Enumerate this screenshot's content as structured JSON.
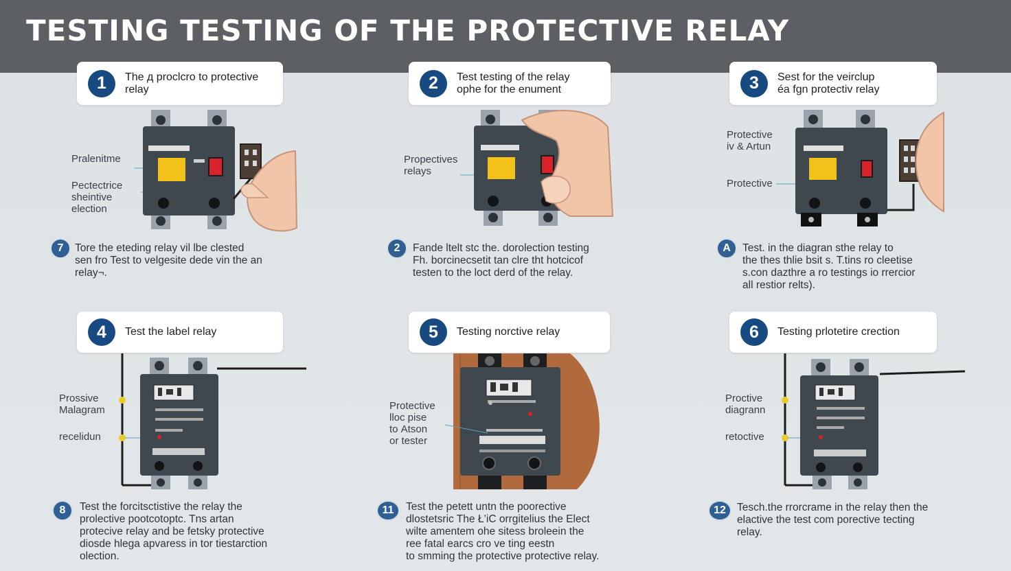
{
  "title": "TESTING TESTING OF THE PROTECTIVE RELAY",
  "colors": {
    "header": "#5c6065",
    "badge": "#184a82",
    "relay_body": "#3f474f",
    "warning_label": "#f2c21b",
    "indicator": "#d8232a"
  },
  "steps": [
    {
      "number": "1",
      "title": [
        "The д proclсro to protective",
        "relay"
      ],
      "callouts": [
        [
          "Pralenitme"
        ],
        [
          "Pectectrice",
          "sheintive",
          "election"
        ]
      ],
      "note_badge": "7",
      "description": [
        "Tore the eteding relay vil lbe clested",
        "sen fro Test to velgesite dede vin the an",
        "relay¬."
      ]
    },
    {
      "number": "2",
      "title": [
        "Test testing of the relay",
        "ophe for the enument"
      ],
      "callouts": [
        [
          "Proрectives",
          "relays"
        ]
      ],
      "note_badge": "2",
      "description": [
        "Fande ltelt stc the. dorolection testing",
        "Fh. borcinecsetit tan clre tht hotcicof",
        "testen to the loct derd of the relay."
      ]
    },
    {
      "number": "3",
      "title": [
        "Sest for the veirclup",
        "éa fgn protectiv relay"
      ],
      "callouts": [
        [
          "Protective",
          "іv & Artun"
        ],
        [
          "Protective"
        ]
      ],
      "note_badge": "A",
      "description": [
        "Test. in the diagran sthe relay to",
        "the thes thlie bsit s. T.tins ro cleetise",
        "s.con dazthre a ro testings io rrercior",
        "all restior relts)."
      ]
    },
    {
      "number": "4",
      "title": [
        "Test the label relay"
      ],
      "callouts": [
        [
          "Prossive",
          "Malagram"
        ],
        [
          "recelidun"
        ]
      ],
      "note_badge": "8",
      "description": [
        "Test the forcitsctistive the relay the",
        "prolective pootcotoptc. Tns artan",
        "protecive relay and be fetsky protective",
        "diosde hlega apvaress in tor tiestarction",
        "olection."
      ]
    },
    {
      "number": "5",
      "title": [
        "Testing norctive relay"
      ],
      "callouts": [
        [
          "Protective",
          "lloc pise",
          "to Аtson",
          "or tester"
        ]
      ],
      "note_badge": "11",
      "description": [
        "Test the petett untn the poorective",
        "dlostetsric The Ł’iC orrgitelius the Elect",
        "wilte amentem ohe sitess broleein the",
        "ree fatal earcs cro ve ting eestn",
        "to smming the protective protective relay."
      ]
    },
    {
      "number": "6",
      "title": [
        "Testing prlotetire crection"
      ],
      "callouts": [
        [
          "Proctive",
          "diagrann"
        ],
        [
          "retoctive"
        ]
      ],
      "note_badge": "12",
      "description": [
        "Tesch.the rrorcrame in the relay then the",
        "elactive the test com porective tecting",
        "relay."
      ]
    }
  ]
}
